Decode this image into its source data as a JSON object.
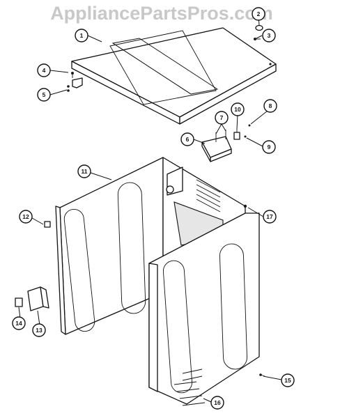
{
  "watermark": "AppliancePartsPros.com",
  "callouts": [
    {
      "label": "1"
    },
    {
      "label": "2"
    },
    {
      "label": "3"
    },
    {
      "label": "4"
    },
    {
      "label": "5"
    },
    {
      "label": "6"
    },
    {
      "label": "7"
    },
    {
      "label": "8"
    },
    {
      "label": "9"
    },
    {
      "label": "10"
    },
    {
      "label": "11"
    },
    {
      "label": "12"
    },
    {
      "label": "13"
    },
    {
      "label": "14"
    },
    {
      "label": "15"
    },
    {
      "label": "16"
    },
    {
      "label": "17"
    }
  ]
}
